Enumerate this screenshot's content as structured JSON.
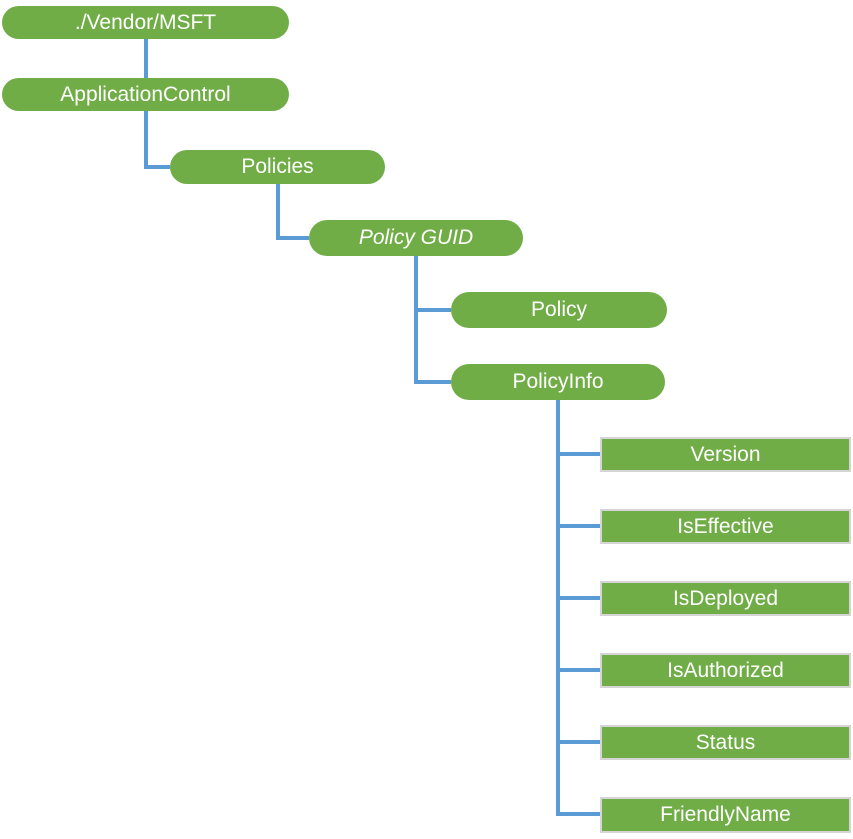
{
  "diagram": {
    "type": "tree",
    "description": "ApplicationControl CSP node tree",
    "colors": {
      "node_fill": "#70AD47",
      "node_text": "#FFFFFF",
      "connector": "#5B9BD5",
      "leaf_border": "#D5D5D5",
      "background": "#FFFFFF"
    },
    "nodes": [
      {
        "id": "vendor-msft",
        "label": "./Vendor/MSFT",
        "shape": "pill",
        "italic": false,
        "parent": null
      },
      {
        "id": "application-control",
        "label": "ApplicationControl",
        "shape": "pill",
        "italic": false,
        "parent": "vendor-msft"
      },
      {
        "id": "policies",
        "label": "Policies",
        "shape": "pill",
        "italic": false,
        "parent": "application-control"
      },
      {
        "id": "policy-guid",
        "label": "Policy GUID",
        "shape": "pill",
        "italic": true,
        "parent": "policies"
      },
      {
        "id": "policy",
        "label": "Policy",
        "shape": "pill",
        "italic": false,
        "parent": "policy-guid"
      },
      {
        "id": "policy-info",
        "label": "PolicyInfo",
        "shape": "pill",
        "italic": false,
        "parent": "policy-guid"
      },
      {
        "id": "version",
        "label": "Version",
        "shape": "rect",
        "italic": false,
        "parent": "policy-info"
      },
      {
        "id": "is-effective",
        "label": "IsEffective",
        "shape": "rect",
        "italic": false,
        "parent": "policy-info"
      },
      {
        "id": "is-deployed",
        "label": "IsDeployed",
        "shape": "rect",
        "italic": false,
        "parent": "policy-info"
      },
      {
        "id": "is-authorized",
        "label": "IsAuthorized",
        "shape": "rect",
        "italic": false,
        "parent": "policy-info"
      },
      {
        "id": "status",
        "label": "Status",
        "shape": "rect",
        "italic": false,
        "parent": "policy-info"
      },
      {
        "id": "friendly-name",
        "label": "FriendlyName",
        "shape": "rect",
        "italic": false,
        "parent": "policy-info"
      }
    ]
  }
}
